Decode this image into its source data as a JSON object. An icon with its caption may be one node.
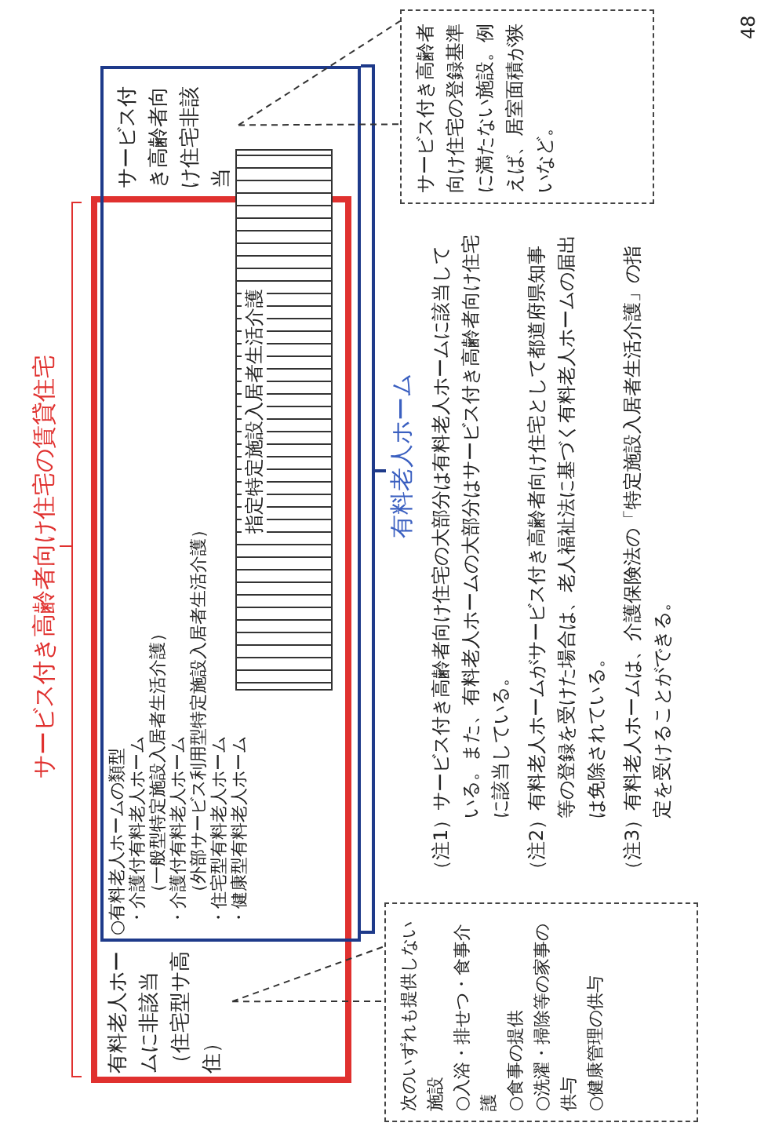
{
  "diagram": {
    "nodes": [
      {
        "text": [
          "サービス付き高齢者向け住宅の賃貸住宅"
        ]
      },
      {
        "text": [
          "有料老人ホーム"
        ]
      },
      {
        "text": [
          "有料老人ホームに非該当（住宅型サ高住）"
        ],
        "in": 0
      },
      {
        "text": [
          "サービス付き高齢者向け住宅非該当"
        ],
        "in": 1
      },
      {
        "text": [
          "指定特定施設入居者生活介護"
        ],
        "in": 1
      },
      {
        "text": [
          "サービス付き高齢者向け住宅の登録基準に満たない施設。例えば、居室面積が狭いなど。"
        ]
      },
      {
        "text": [
          "次のいずれも提供しない施設",
          "○入浴・排せつ・食事介護",
          "○食事の提供",
          "○洗濯・掃除等の家事の供与",
          "○健康管理の供与"
        ]
      }
    ],
    "edges": [
      {
        "from": 3,
        "to": 5,
        "arrow": "none",
        "style": "dashed"
      },
      {
        "from": 2,
        "to": 6,
        "arrow": "none",
        "style": "dashed"
      }
    ],
    "labels": [
      "○有料老人ホームの類型",
      "・介護付有料老人ホーム",
      "（一般型特定施設入居者生活介護）",
      "・介護付有料老人ホーム",
      "（外部サービス利用型特定施設入居者生活介護）",
      "・住宅型有料老人ホーム",
      "・健康型有料老人ホーム",
      "（注1）サービス付き高齢者向け住宅の大部分は有料老人ホームに該当している。また、有料老人ホームの大部分はサービス付き高齢者向け住宅に該当している。",
      "（注2）有料老人ホームがサービス付き高齢者向け住宅として都道府県知事等の登録を受けた場合は、老人福祉法に基づく有料老人ホームの届出は免除されている。",
      "（注3）有料老人ホームは、介護保険法の「特定施設入居者生活介護」の指定を受けることができる。",
      "48"
    ]
  }
}
